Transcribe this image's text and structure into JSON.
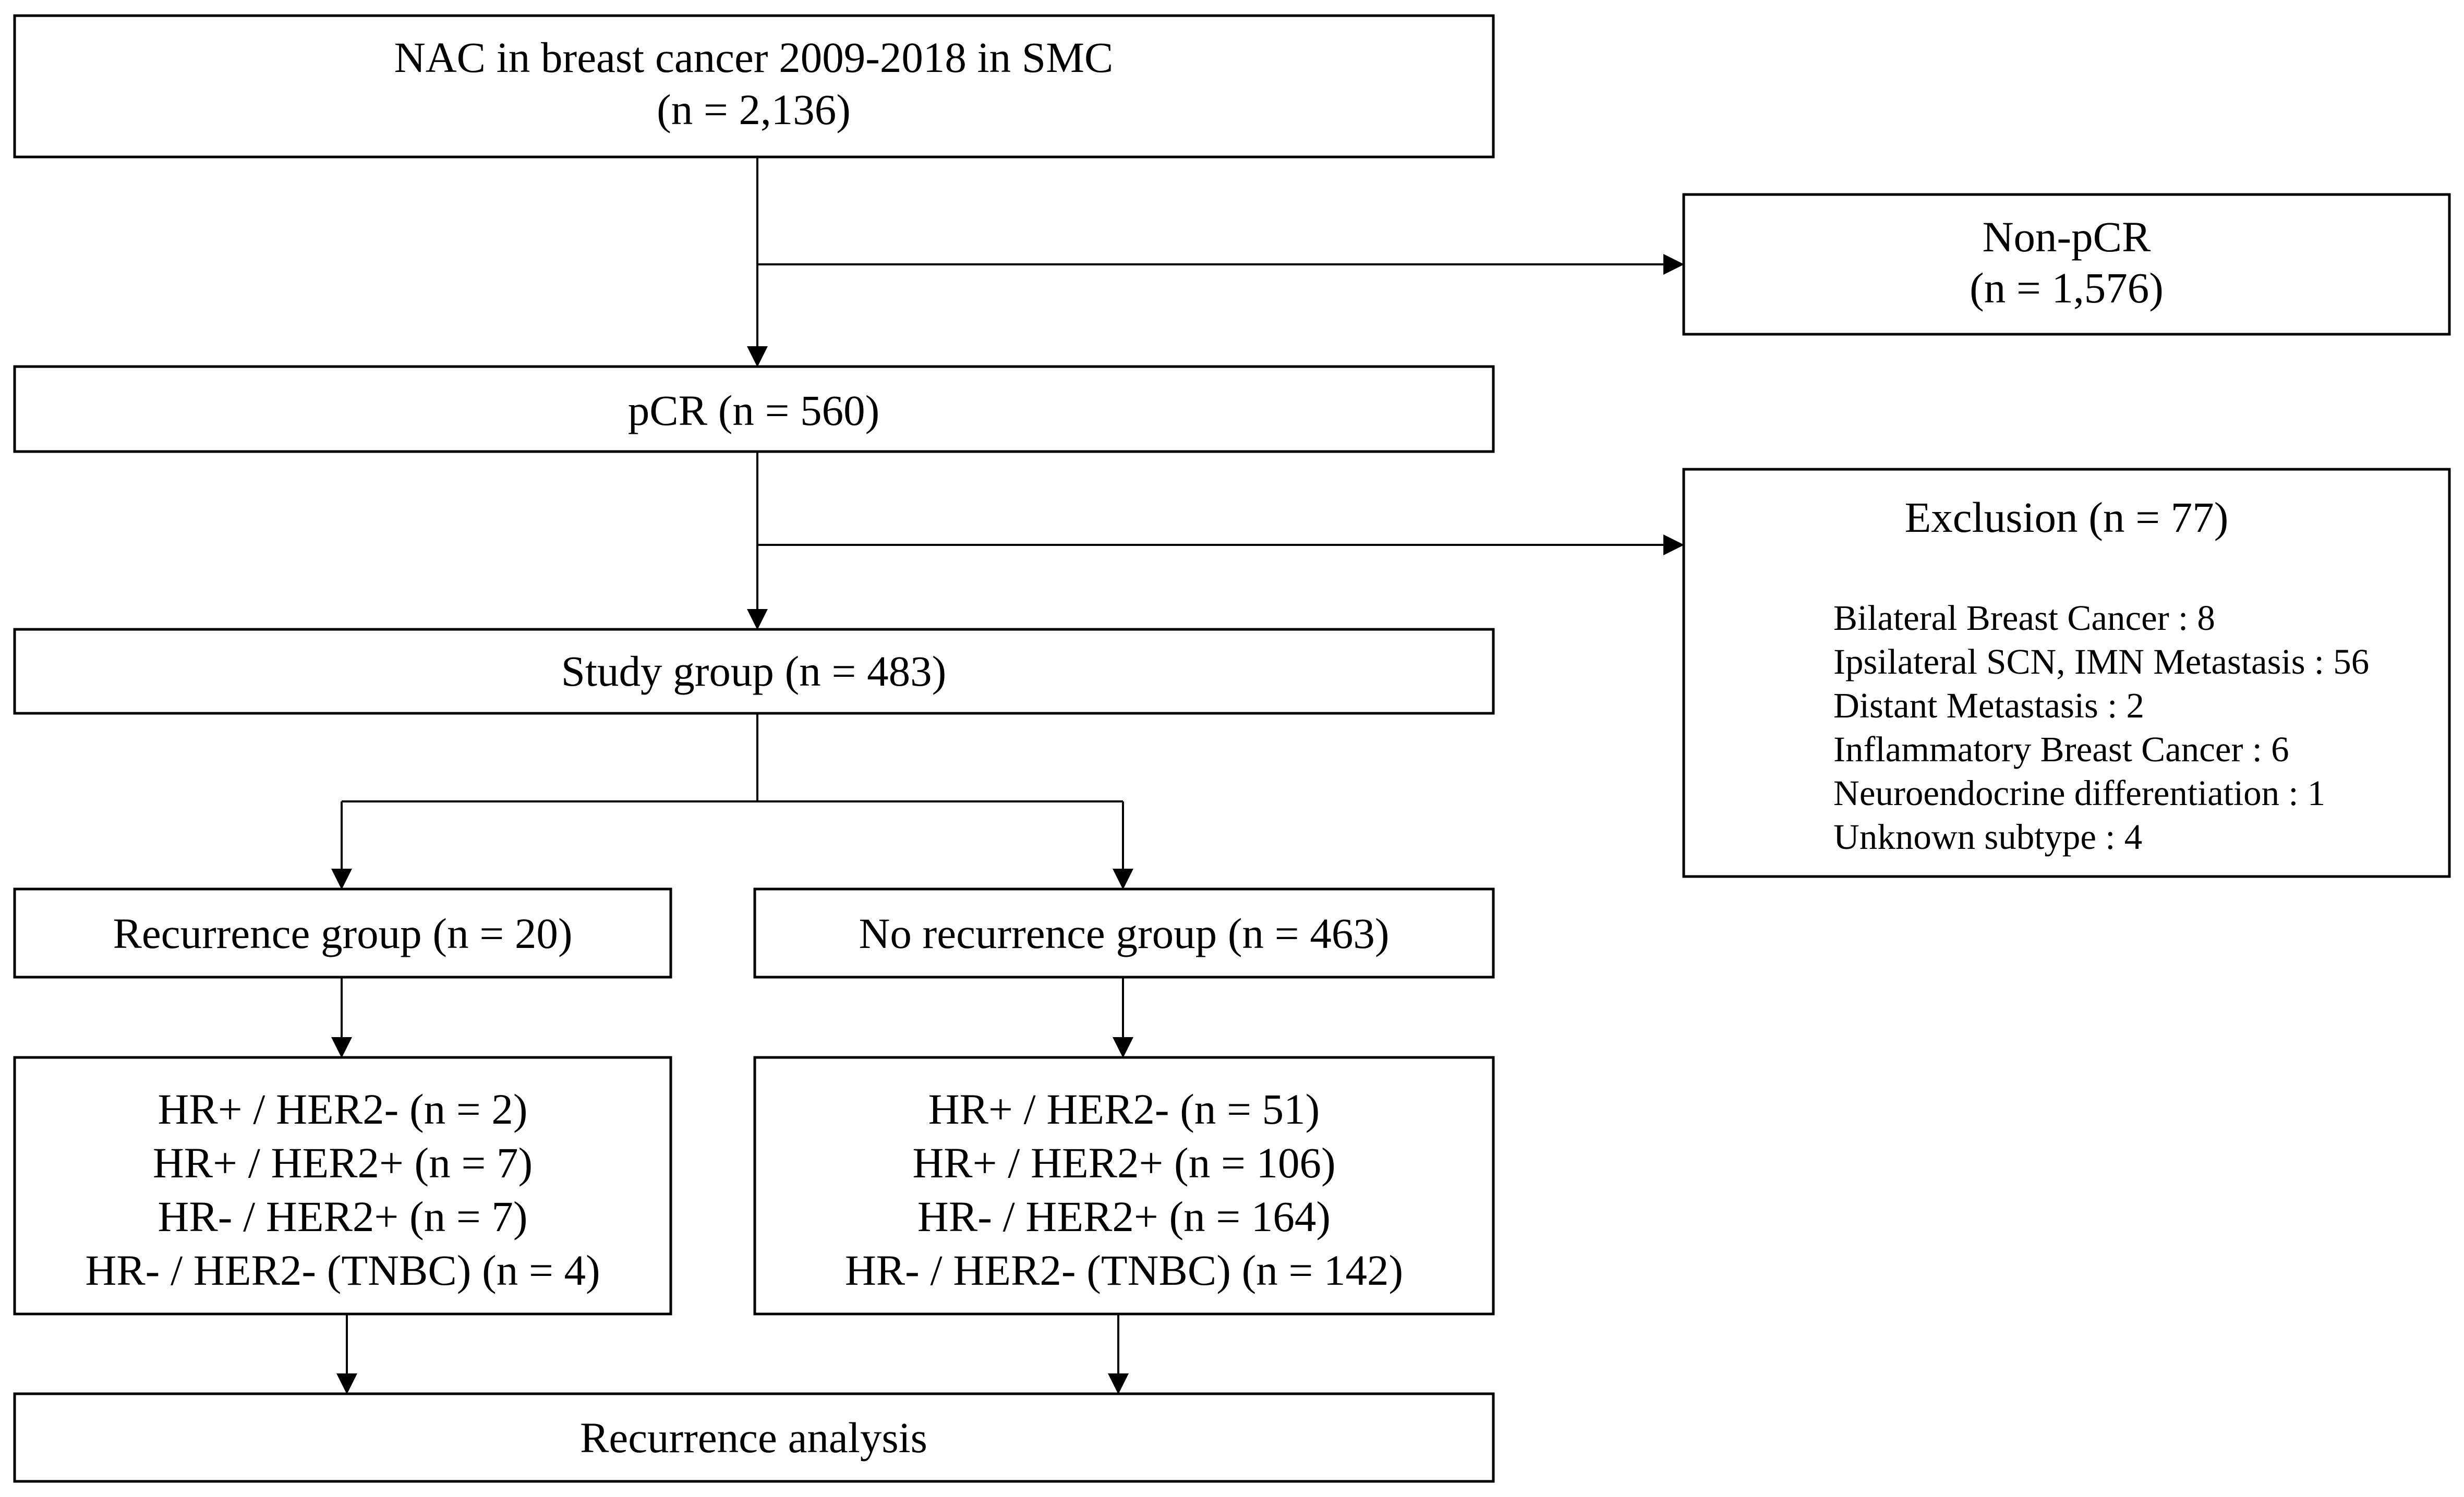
{
  "nodes": {
    "nac": {
      "line1": "NAC in breast cancer 2009-2018 in SMC",
      "line2": "(n = 2,136)"
    },
    "non_pcr": {
      "line1": "Non-pCR",
      "line2": "(n = 1,576)"
    },
    "pcr": {
      "label": "pCR (n = 560)"
    },
    "exclusion": {
      "title": "Exclusion (n = 77)",
      "items": [
        "Bilateral Breast Cancer : 8",
        "Ipsilateral SCN, IMN Metastasis : 56",
        "Distant Metastasis : 2",
        "Inflammatory Breast Cancer : 6",
        "Neuroendocrine differentiation : 1",
        "Unknown subtype : 4"
      ]
    },
    "study": {
      "label": "Study group (n = 483)"
    },
    "recurrence": {
      "label": "Recurrence group (n = 20)"
    },
    "no_recurrence": {
      "label": "No recurrence group (n = 463)"
    },
    "rec_subtypes": {
      "items": [
        "HR+ / HER2- (n = 2)",
        "HR+ / HER2+ (n = 7)",
        "HR- / HER2+ (n = 7)",
        "HR- / HER2- (TNBC) (n = 4)"
      ]
    },
    "norec_subtypes": {
      "items": [
        "HR+ / HER2- (n = 51)",
        "HR+ / HER2+ (n = 106)",
        "HR- / HER2+ (n = 164)",
        "HR- / HER2- (TNBC) (n = 142)"
      ]
    },
    "analysis": {
      "label": "Recurrence analysis"
    }
  }
}
